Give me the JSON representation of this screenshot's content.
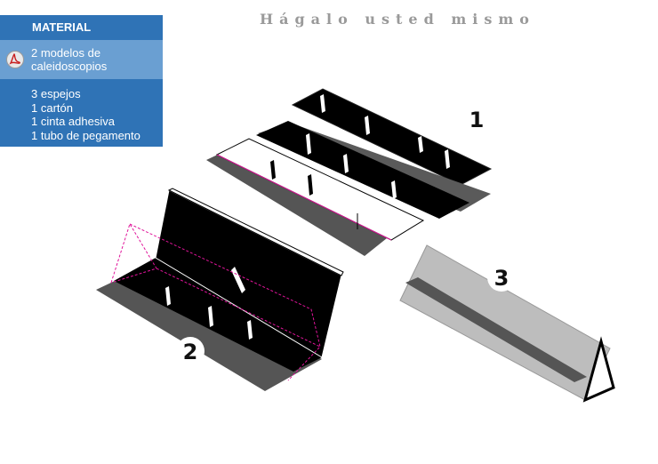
{
  "page": {
    "title": "Hágalo usted mismo"
  },
  "sidebar": {
    "header": "MATERIAL",
    "pdf_link": {
      "line1": "2 modelos de",
      "line2": "caleidoscopios",
      "icon": "pdf-icon"
    },
    "items": [
      {
        "label": "3 espejos"
      },
      {
        "label": "1 cartón"
      },
      {
        "label": "1 cinta adhesiva"
      },
      {
        "label": "1 tubo de pegamento"
      }
    ]
  },
  "steps": [
    {
      "label": "1"
    },
    {
      "label": "2"
    },
    {
      "label": "3"
    }
  ],
  "colors": {
    "sidebar": "#2f73b6",
    "sidebar_highlight": "#6a9fd2",
    "title": "#9a9a9a",
    "guide_lines": "#e0149a"
  }
}
